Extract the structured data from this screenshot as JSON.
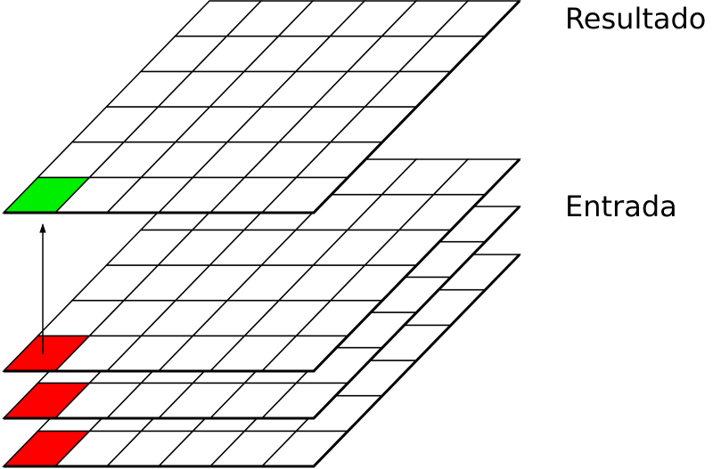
{
  "labels": {
    "output": "Resultado",
    "input": "Entrada"
  },
  "grid": {
    "rows": 6,
    "cols": 6
  },
  "input_layer_count": 3,
  "colors": {
    "line": "#000000",
    "background": "#ffffff",
    "output_highlight": "#00ee00",
    "input_highlight": "#ff0000"
  }
}
